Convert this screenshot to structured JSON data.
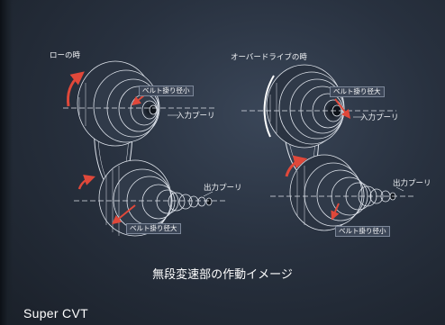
{
  "labels": {
    "low_title": "ローの時",
    "overdrive_title": "オーバードライブの時",
    "belt_radius_small": "ベルト掛り径小",
    "belt_radius_large": "ベルト掛り径大",
    "input_pulley": "入力プーリ",
    "output_pulley": "出力プーリ"
  },
  "caption": "無段変速部の作動イメージ",
  "brand": "Super CVT",
  "colors": {
    "background": "#28313f",
    "linework": "#dfe4ec",
    "arrow": "#e0483a",
    "tag_bg": "#3c4657"
  }
}
